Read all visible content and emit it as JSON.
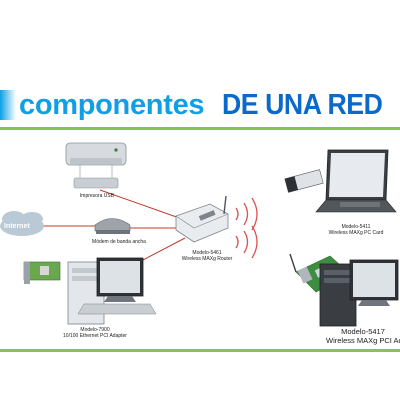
{
  "title": {
    "part1": "componentes",
    "part2": "DE UNA RED"
  },
  "nodes": {
    "printer": {
      "line1": "Impresora USB"
    },
    "modem": {
      "line1": "Módem de banda ancha"
    },
    "router": {
      "line1": "Modelo-5461",
      "line2": "Wireless MAXg Router"
    },
    "laptop": {
      "line1": "Modelo-5411",
      "line2": "Wireless MAXg PC Card"
    },
    "pc_left": {
      "line1": "Modelo-7900",
      "line2": "10/100 Ethernet PCI Adapter"
    },
    "pc_right": {
      "line1": "Modelo-5417",
      "line2": "Wireless MAXg PCI Ad"
    },
    "cloud": {
      "label": "Internet"
    }
  },
  "colors": {
    "title_light": "#119fe4",
    "title_dark": "#0b69c9",
    "rule": "#8bc34a",
    "link": "#c0392b",
    "wave": "#d9534f"
  }
}
